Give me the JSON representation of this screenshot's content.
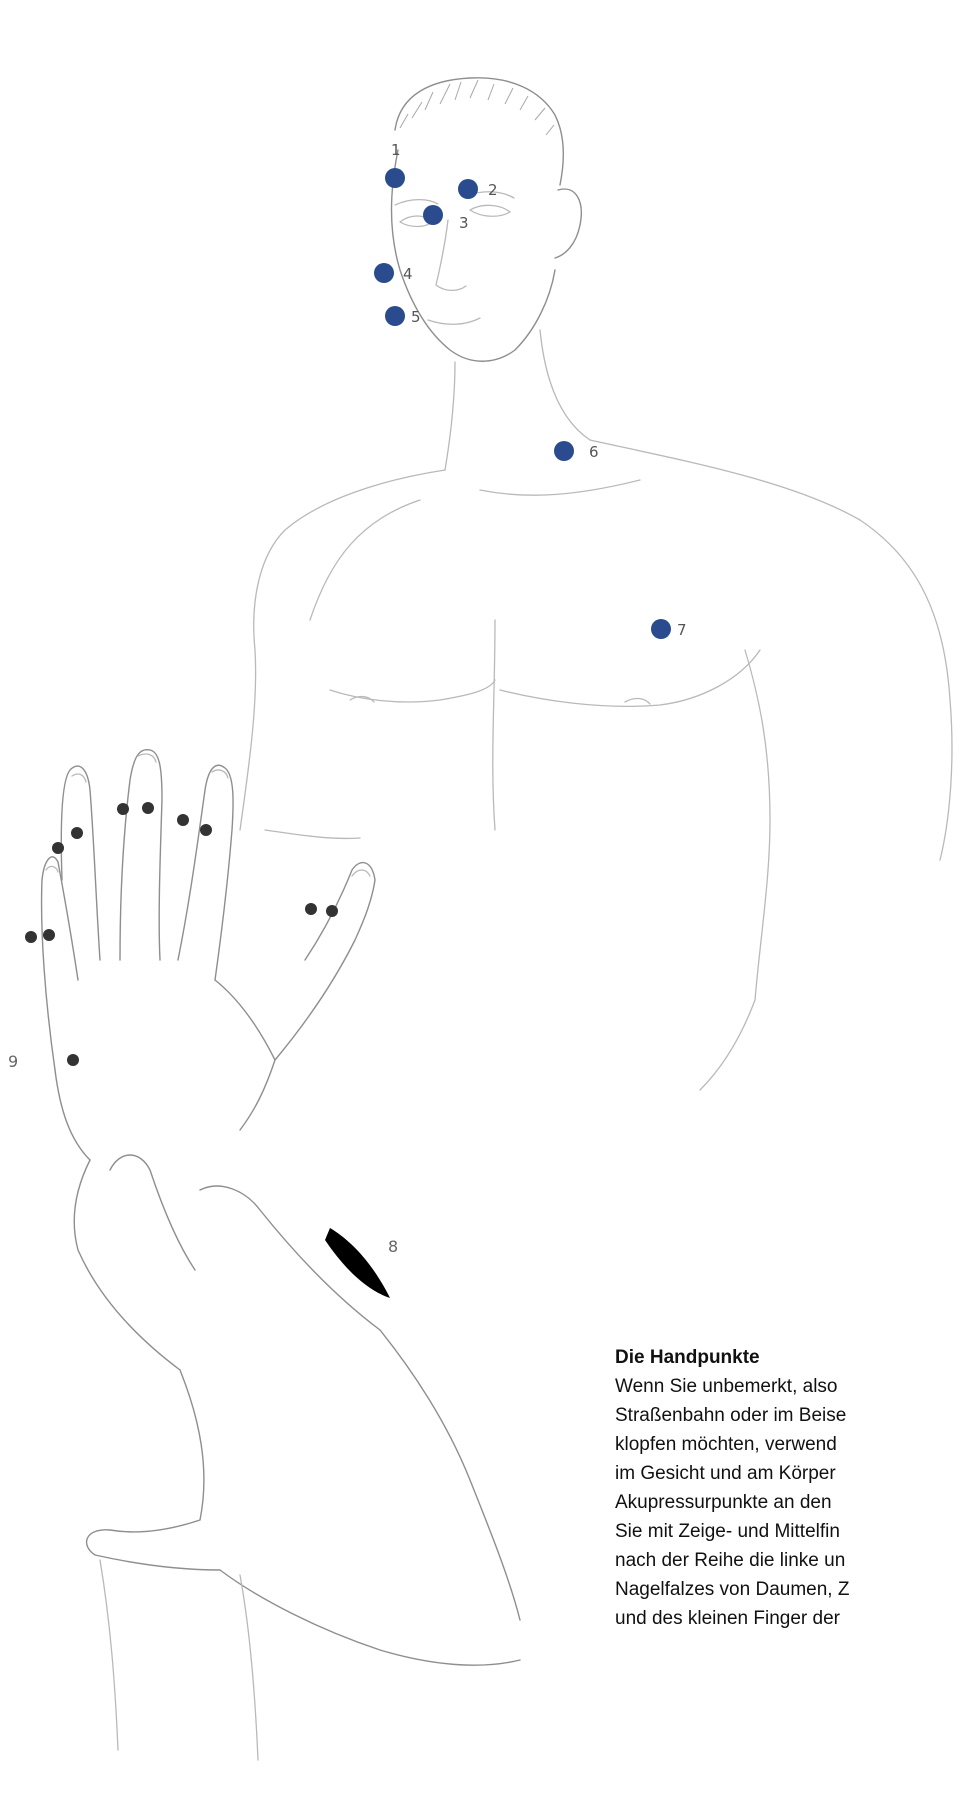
{
  "figure": {
    "face_body_points": [
      {
        "label": "1"
      },
      {
        "label": "2"
      },
      {
        "label": "3"
      },
      {
        "label": "4"
      },
      {
        "label": "5"
      },
      {
        "label": "6"
      },
      {
        "label": "7"
      }
    ],
    "hand_points": [
      {
        "label": "8"
      },
      {
        "label": "9"
      }
    ],
    "colors": {
      "body_point": "#2a4b8d",
      "finger_point": "#333333",
      "karate_point": "#000000",
      "sketch_line": "#b9b9b9"
    }
  },
  "text": {
    "heading": "Die Handpunkte",
    "lines": [
      "Wenn Sie unbemerkt, also",
      "Straßenbahn oder im Beise",
      "klopfen möchten, verwend",
      "im Gesicht und am Körper",
      "Akupressurpunkte an den",
      "Sie mit Zeige- und Mittelfin",
      "nach der Reihe die linke un",
      "Nagelfalzes von Daumen, Z",
      "und des kleinen Finger der"
    ]
  }
}
